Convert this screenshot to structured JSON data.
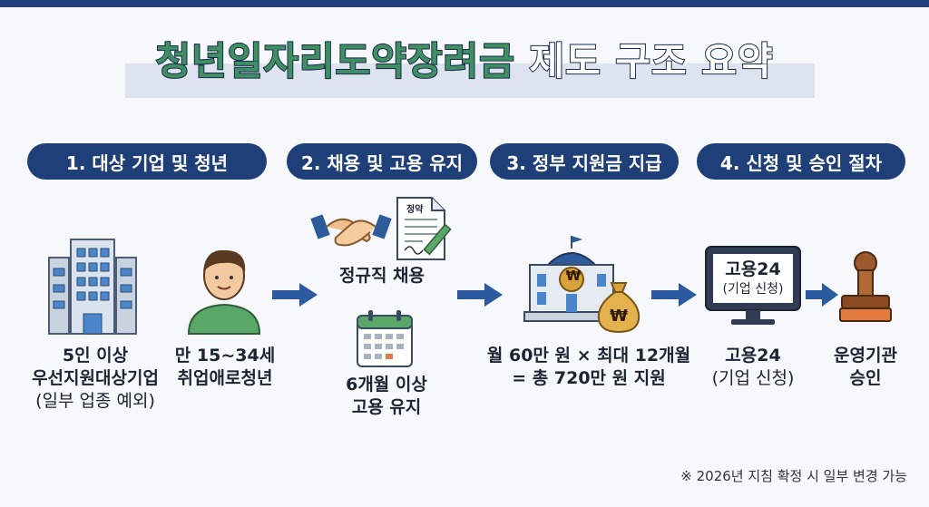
{
  "title": {
    "highlight": "청년일자리도약장려금",
    "rest": "제도 구조 요약"
  },
  "steps": [
    {
      "label": "1. 대상 기업 및 청년"
    },
    {
      "label": "2. 채용 및 고용 유지"
    },
    {
      "label": "3. 정부 지원금 지급"
    },
    {
      "label": "4. 신청 및 승인 절차"
    }
  ],
  "company": {
    "line1": "5인 이상",
    "line2": "우선지원대상기업",
    "line3": "(일부 업종 예외)"
  },
  "youth": {
    "line1": "만 15~34세",
    "line2": "취업애로청년"
  },
  "hire": {
    "contract_doc_text": "정약",
    "label": "정규직 채용"
  },
  "retain": {
    "line1": "6개월 이상",
    "line2": "고용 유지"
  },
  "subsidy": {
    "currency_symbol": "₩",
    "line1": "월 60만 원 × 최대 12개월",
    "line2": "= 총 720만 원 지원"
  },
  "apply": {
    "screen_line1": "고용24",
    "screen_line2": "(기업 신청)",
    "line1": "고용24",
    "line2": "(기업 신청)"
  },
  "approve": {
    "line1": "운영기관",
    "line2": "승인"
  },
  "footnote": "※ 2026년 지침 확정 시 일부 변경 가능",
  "colors": {
    "navy": "#1f3f78",
    "green": "#3f8f62",
    "arrow": "#2b5aa0",
    "gold": "#d8a13a"
  }
}
